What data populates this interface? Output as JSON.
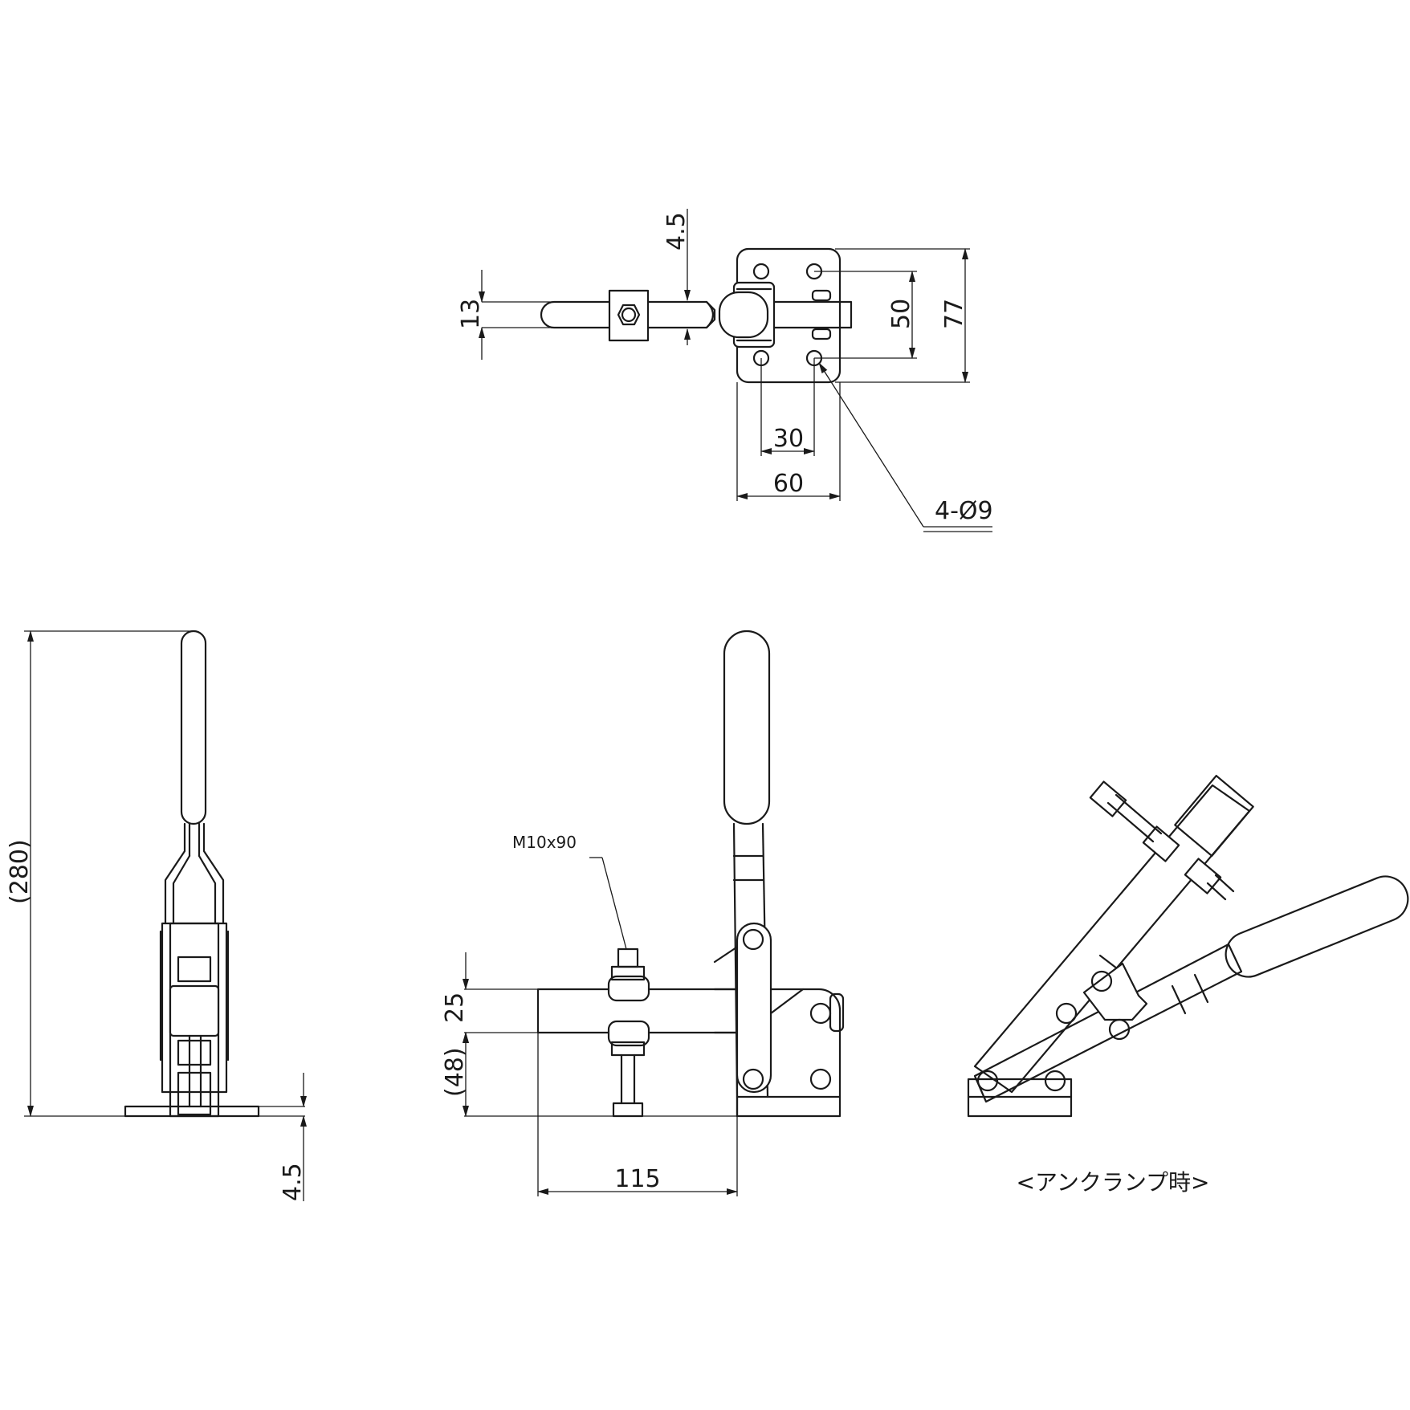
{
  "top_view": {
    "dims": {
      "thickness": "4.5",
      "bar_width": "13",
      "hole_spacing_y": "50",
      "base_height": "77",
      "hole_spacing_x": "30",
      "base_width": "60",
      "holes": "4-Ø9"
    }
  },
  "side_view": {
    "dims": {
      "overall_height": "(280)",
      "base_thickness": "4.5"
    }
  },
  "front_view": {
    "dims": {
      "spindle": "M10x90",
      "arm_height": "25",
      "spindle_height": "(48)",
      "reach": "115"
    }
  },
  "unclamped_view": {
    "caption": "<アンクランプ時>"
  }
}
